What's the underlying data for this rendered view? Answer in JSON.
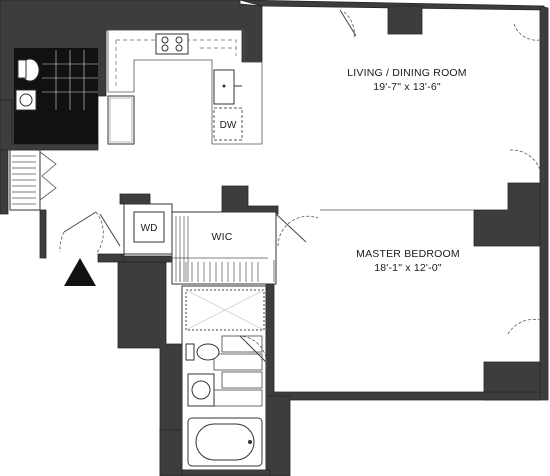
{
  "rooms": {
    "living": {
      "name": "LIVING / DINING ROOM",
      "dims": "19'-7\" x 13'-6\""
    },
    "master": {
      "name": "MASTER BEDROOM",
      "dims": "18'-1\" x 12'-0\""
    },
    "wic": {
      "name": "WIC"
    }
  },
  "fixtures": {
    "washer_dryer": "WD",
    "dishwasher": "DW"
  },
  "icons": {
    "north": "north-arrow-icon"
  },
  "colors": {
    "wall": "#3d3d3d",
    "floor": "#ffffff"
  }
}
